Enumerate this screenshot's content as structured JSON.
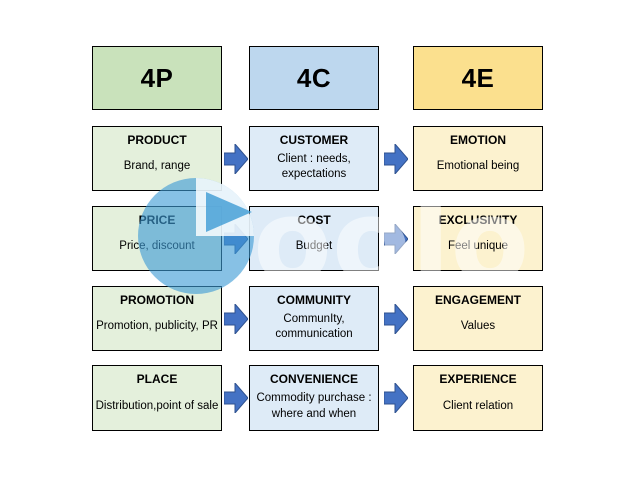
{
  "page": {
    "background": "#ffffff"
  },
  "watermark": {
    "letters": "oolo",
    "logo": "circular-arrow-logo",
    "logo_color": "#3D9BD5",
    "letter_color": "#ffffff"
  },
  "colors": {
    "arrow_fill": "#4472C4",
    "arrow_border": "#2F528F",
    "box_border": "#000000",
    "green_header": "#C9E2BB",
    "green_row": "#E4F0DC",
    "blue_header": "#BDD7EE",
    "blue_row": "#DEEBF7",
    "yellow_header": "#FBE08E",
    "yellow_row": "#FCF2CF"
  },
  "columns": [
    {
      "header": "4P",
      "rows": [
        {
          "title": "PRODUCT",
          "body": "Brand, range"
        },
        {
          "title": "PRICE",
          "body": "Price, discount"
        },
        {
          "title": "PROMOTION",
          "body": "Promotion, publicity, PR"
        },
        {
          "title": "PLACE",
          "body": "Distribution,point of sale"
        }
      ]
    },
    {
      "header": "4C",
      "rows": [
        {
          "title": "CUSTOMER",
          "body": "Client : needs, expectations"
        },
        {
          "title": "COST",
          "body": "Budget"
        },
        {
          "title": "COMMUNITY",
          "body": "CommunIty, communication"
        },
        {
          "title": "CONVENIENCE",
          "body": "Commodity purchase : where and when"
        }
      ]
    },
    {
      "header": "4E",
      "rows": [
        {
          "title": "EMOTION",
          "body": "Emotional being"
        },
        {
          "title": "EXCLUSIVITY",
          "body": "Feel unique"
        },
        {
          "title": "ENGAGEMENT",
          "body": "Values"
        },
        {
          "title": "EXPERIENCE",
          "body": "Client relation"
        }
      ]
    }
  ]
}
